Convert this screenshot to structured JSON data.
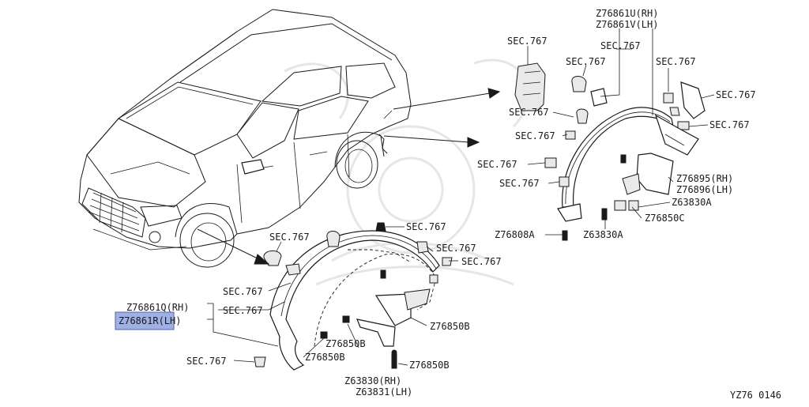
{
  "diagram": {
    "footer_code": "YZ76  0146",
    "highlight_color": "#9fb0e3",
    "labels": {
      "front_rh": "Z76861Q(RH)",
      "front_lh": "Z76861R(LH)",
      "rear_rh": "Z76861U(RH)",
      "rear_lh": "Z76861V(LH)",
      "sec_767": "SEC.767",
      "front_cover_rh": "Z76895(RH)",
      "front_cover_lh": "Z76896(LH)",
      "z63830a": "Z63830A",
      "z76850c": "Z76850C",
      "z76808a": "Z76808A",
      "z76850b": "Z76850B",
      "z63830_rh": "Z63830(RH)",
      "z63831_lh": "Z63831(LH)"
    }
  }
}
